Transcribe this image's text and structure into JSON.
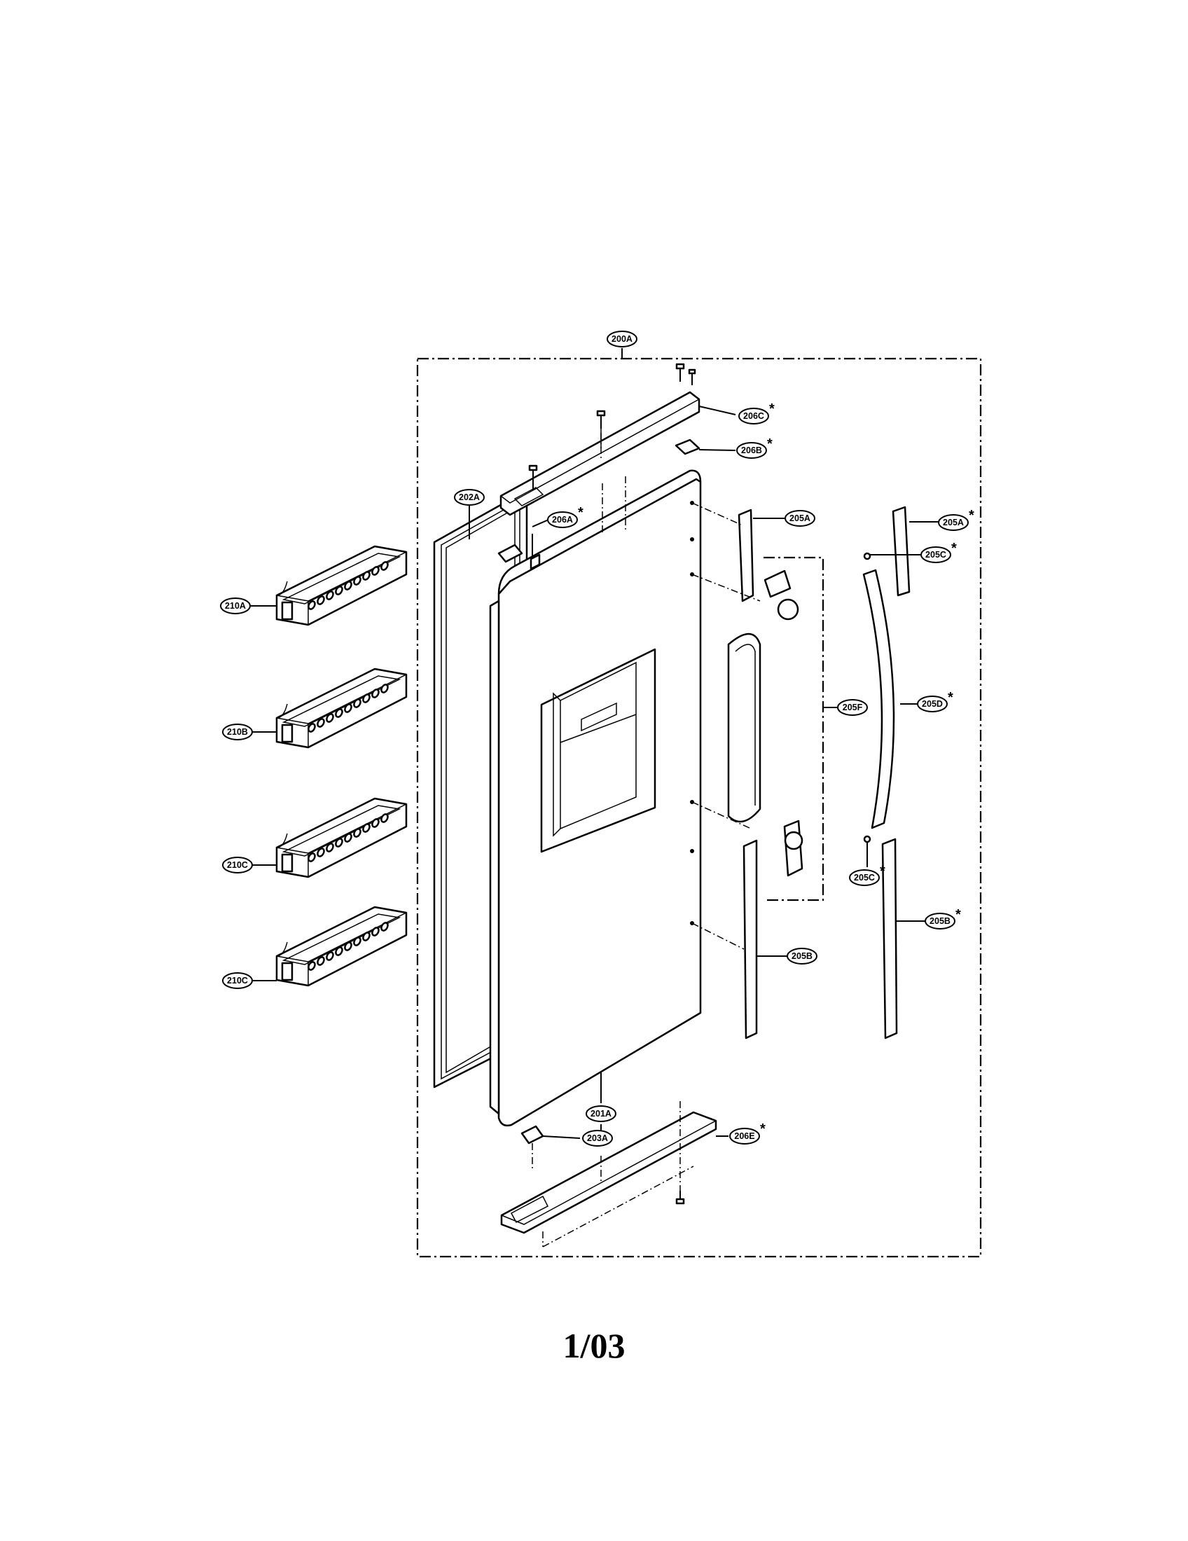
{
  "diagram": {
    "labels": [
      {
        "id": "200A",
        "text": "200A",
        "star": false
      },
      {
        "id": "206C",
        "text": "206C",
        "star": true
      },
      {
        "id": "206B",
        "text": "206B",
        "star": true
      },
      {
        "id": "202A",
        "text": "202A",
        "star": false
      },
      {
        "id": "206A",
        "text": "206A",
        "star": true
      },
      {
        "id": "205A_left",
        "text": "205A",
        "star": false
      },
      {
        "id": "205A_right",
        "text": "205A",
        "star": true
      },
      {
        "id": "205C_top",
        "text": "205C",
        "star": true
      },
      {
        "id": "210A",
        "text": "210A",
        "star": false
      },
      {
        "id": "210B",
        "text": "210B",
        "star": false
      },
      {
        "id": "210C_upper",
        "text": "210C",
        "star": false
      },
      {
        "id": "210C_lower",
        "text": "210C",
        "star": false
      },
      {
        "id": "205F",
        "text": "205F",
        "star": false
      },
      {
        "id": "205D",
        "text": "205D",
        "star": true
      },
      {
        "id": "205C_bottom",
        "text": "205C",
        "star": true
      },
      {
        "id": "205B_right",
        "text": "205B",
        "star": true
      },
      {
        "id": "205B_left",
        "text": "205B",
        "star": false
      },
      {
        "id": "201A",
        "text": "201A",
        "star": false
      },
      {
        "id": "203A",
        "text": "203A",
        "star": false
      },
      {
        "id": "206E",
        "text": "206E",
        "star": true
      }
    ],
    "star_symbol": "*"
  },
  "page_number": "1/03"
}
